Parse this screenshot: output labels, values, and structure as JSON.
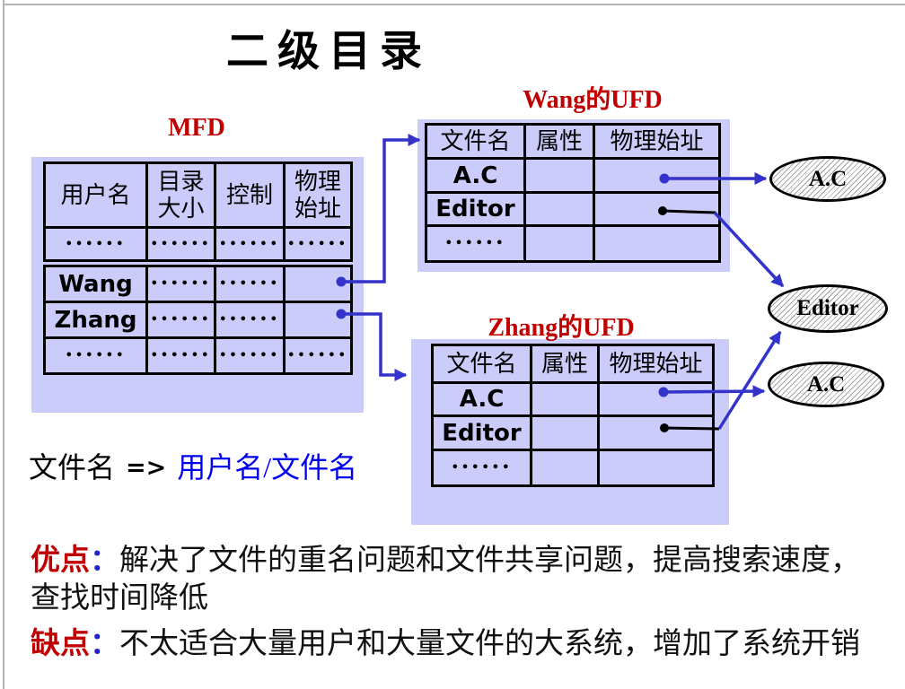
{
  "slide": {
    "title": "二级目录"
  },
  "mfd": {
    "label": "MFD",
    "headers": [
      "用户名",
      "目录\n大小",
      "控制",
      "物理\n始址"
    ],
    "rows": [
      [
        "••••••",
        "••••••",
        "••••••",
        "••••••"
      ],
      [
        "Wang",
        "••••••",
        "••••••",
        ""
      ],
      [
        "Zhang",
        "••••••",
        "••••••",
        ""
      ],
      [
        "••••••",
        "••••••",
        "••••••",
        "••••••"
      ]
    ]
  },
  "wang_ufd": {
    "label": "Wang的UFD",
    "headers": [
      "文件名",
      "属性",
      "物理始址"
    ],
    "rows": [
      [
        "A.C",
        "",
        ""
      ],
      [
        "Editor",
        "",
        ""
      ],
      [
        "••••••",
        "",
        ""
      ]
    ]
  },
  "zhang_ufd": {
    "label": "Zhang的UFD",
    "headers": [
      "文件名",
      "属性",
      "物理始址"
    ],
    "rows": [
      [
        "A.C",
        "",
        ""
      ],
      [
        "Editor",
        "",
        ""
      ],
      [
        "••••••",
        "",
        ""
      ]
    ]
  },
  "files": {
    "wang_ac": "A.C",
    "shared_editor": "Editor",
    "zhang_ac": "A.C"
  },
  "mapping": {
    "left": "文件名",
    "operator": "=>",
    "right": "用户名/文件名"
  },
  "notes": {
    "advantage_label": "优点",
    "advantage_colon": "：",
    "advantage_line1": "解决了文件的重名问题和文件共享问题，提高搜索速度，",
    "advantage_line2": "查找时间降低",
    "disadvantage_label": "缺点",
    "disadvantage_colon": "：",
    "disadvantage_text": "不太适合大量用户和大量文件的大系统，增加了系统开销"
  },
  "colors": {
    "accent_red": "#c00000",
    "arrow_blue": "#3333cc",
    "mapping_blue": "#0000ee",
    "table_bg": "#ccccfb"
  }
}
